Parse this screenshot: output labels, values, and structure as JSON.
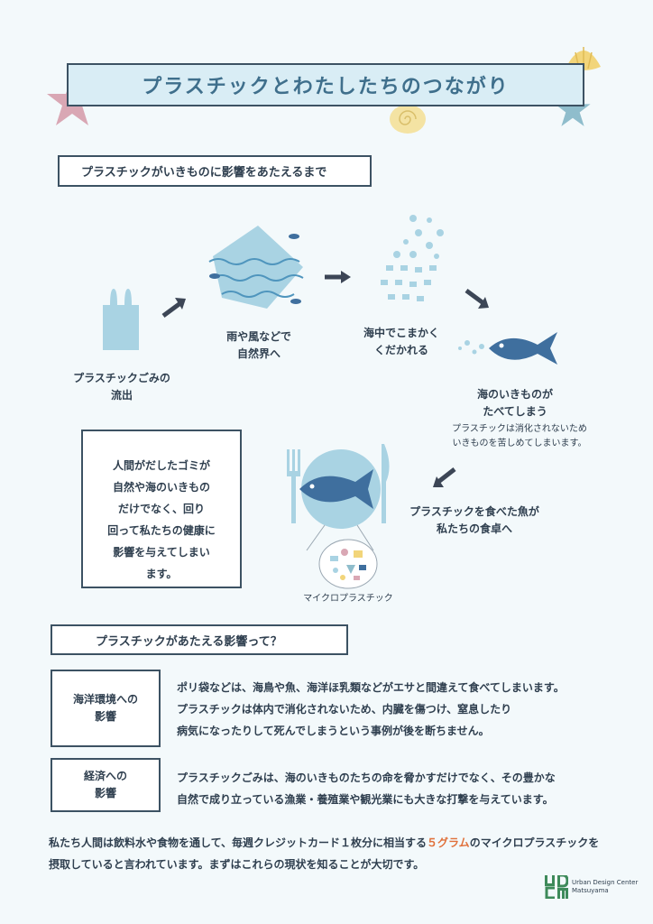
{
  "title": "プラスチックとわたしたちのつながり",
  "section1": {
    "heading": "プラスチックがいきものに影響をあたえるまで"
  },
  "flow": {
    "step1": {
      "line1": "プラスチックごみの",
      "line2": "流出"
    },
    "step2": {
      "line1": "雨や風などで",
      "line2": "自然界へ"
    },
    "step3": {
      "line1": "海中でこまかく",
      "line2": "くだかれる"
    },
    "step4": {
      "line1": "海のいきものが",
      "line2": "たべてしまう",
      "note1": "プラスチックは消化されないため",
      "note2": "いきものを苦しめてしまいます。"
    },
    "step5": {
      "line1": "プラスチックを食べた魚が",
      "line2": "私たちの食卓へ"
    },
    "micro_label": "マイクロプラスチック"
  },
  "callout": {
    "lines": [
      "人間がだしたゴミが",
      "自然や海のいきもの",
      "だけでなく、回り",
      "回って私たちの健康に",
      "影響を与えてしまい",
      "ます。"
    ]
  },
  "section2": {
    "heading": "プラスチックがあたえる影響って？"
  },
  "impact_marine": {
    "label1": "海洋環境への",
    "label2": "影響",
    "text": [
      "ポリ袋などは、海鳥や魚、海洋ほ乳類などがエサと間違えて食べてしまいます。",
      "プラスチックは体内で消化されないため、内臓を傷つけ、窒息したり",
      "病気になったりして死んでしまうという事例が後を断ちません。"
    ]
  },
  "impact_economy": {
    "label1": "経済への",
    "label2": "影響",
    "text": [
      "プラスチックごみは、海のいきものたちの命を脅かすだけでなく、その豊かな",
      "自然で成り立っている漁業・養殖業や観光業にも大きな打撃を与えています。"
    ]
  },
  "footer": {
    "pre": "私たち人間は飲料水や食物を通して、毎週クレジットカード１枚分に相当する",
    "highlight": "５グラム",
    "post": "のマイクロプラスチックを",
    "line2": "摂取していると言われています。まずはこれらの現状を知ることが大切です。"
  },
  "logo": {
    "line1": "Urban Design Center",
    "line2": "Matsuyama"
  },
  "colors": {
    "accent": "#e0703a",
    "illustration": "#a9d3e3",
    "fish": "#3f6f9e",
    "border": "#3c5263",
    "logo": "#3e8a5a"
  }
}
